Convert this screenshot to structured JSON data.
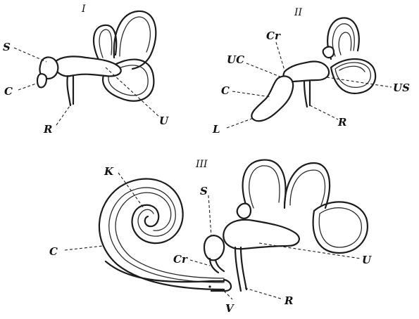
{
  "panels": [
    {
      "numeral": "I",
      "labels": {
        "S": "S",
        "C": "C",
        "R": "R",
        "U": "U"
      }
    },
    {
      "numeral": "II",
      "labels": {
        "Cr": "Cr",
        "UC": "UC",
        "C": "C",
        "L": "L",
        "R": "R",
        "US": "US"
      }
    },
    {
      "numeral": "III",
      "labels": {
        "K": "K",
        "S": "S",
        "C": "C",
        "Cr": "Cr",
        "U": "U",
        "V": "V",
        "R": "R"
      }
    }
  ]
}
